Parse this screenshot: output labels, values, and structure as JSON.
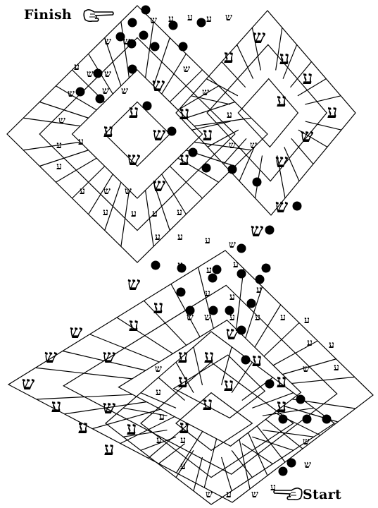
{
  "labels": {
    "finish": "Finish",
    "start": "Start"
  },
  "glyphs": {
    "shin": "ש",
    "ayin": "ע"
  },
  "icons": {
    "finish": "pointing-hand-icon",
    "start": "pointing-hand-icon"
  },
  "colors": {
    "ink": "#000000",
    "paper": "#ffffff"
  }
}
